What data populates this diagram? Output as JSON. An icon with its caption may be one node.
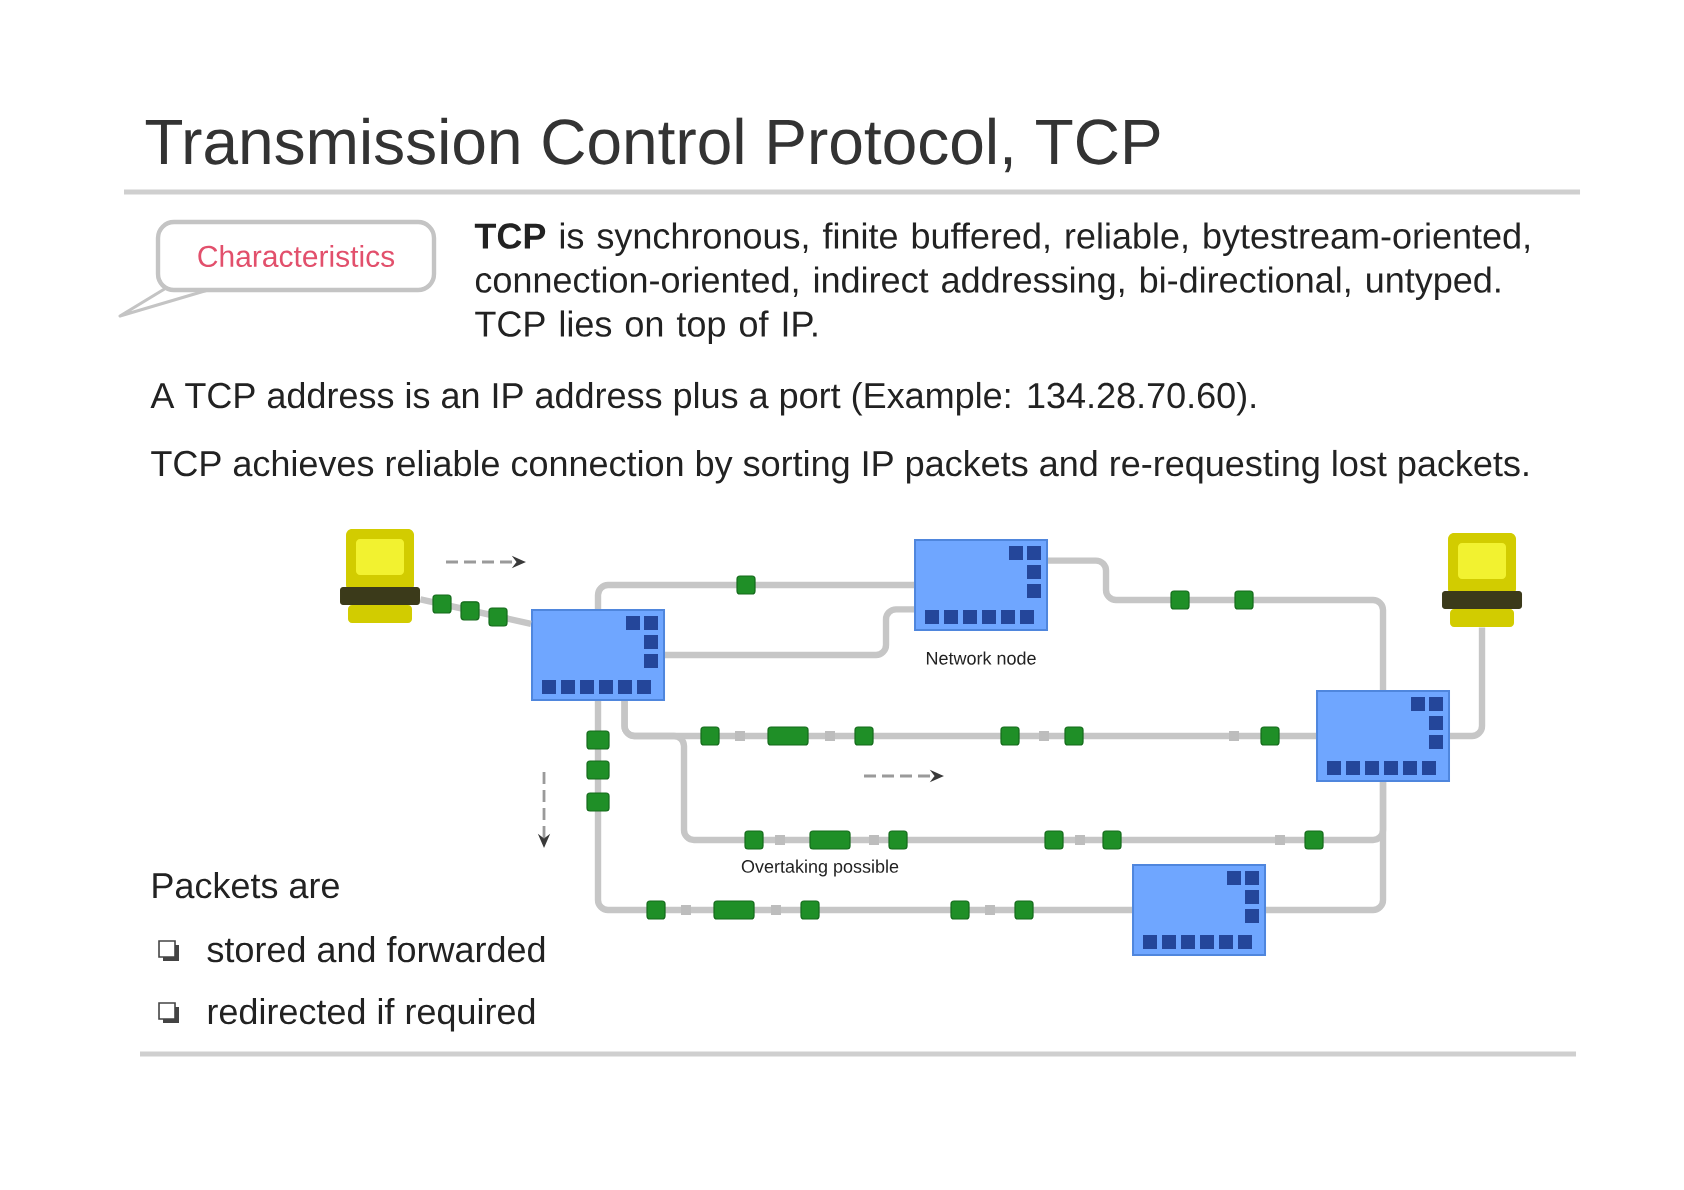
{
  "diagram": {
    "title": "Transmission Control Protocol, TCP",
    "nodes": [
      {
        "text": [
          "Characteristics"
        ]
      },
      {
        "text": [],
        "shape": "computer"
      },
      {
        "text": [],
        "shape": "box"
      },
      {
        "text": [],
        "shape": "box",
        "beside": [
          "Network node"
        ]
      },
      {
        "text": [],
        "shape": "box"
      },
      {
        "text": [],
        "shape": "box"
      },
      {
        "text": [],
        "shape": "computer"
      }
    ],
    "edges": [
      {
        "from": 1,
        "to": 2,
        "arrow": "none"
      },
      {
        "from": 2,
        "to": 3,
        "arrow": "none"
      },
      {
        "from": 2,
        "to": 3,
        "arrow": "none"
      },
      {
        "from": 3,
        "to": 5,
        "arrow": "none"
      },
      {
        "from": 2,
        "to": 5,
        "arrow": "none"
      },
      {
        "from": 2,
        "to": 5,
        "arrow": "none"
      },
      {
        "from": 2,
        "to": 4,
        "arrow": "none"
      },
      {
        "from": 4,
        "to": 5,
        "arrow": "none"
      },
      {
        "from": 5,
        "to": 6,
        "arrow": "none"
      }
    ],
    "labels": [
      "**TCP** is synchronous, finite buffered, reliable, bytestream-oriented, connection-oriented, indirect addressing, bi-directional, untyped. TCP lies on top of IP.",
      "A TCP address is an IP address plus a port (Example: 134.28.70.60).",
      "TCP achieves reliable connection by sorting IP packets and re-requesting lost packets.",
      "Overtaking possible",
      "Packets are",
      "stored and forwarded",
      "redirected if required"
    ]
  }
}
